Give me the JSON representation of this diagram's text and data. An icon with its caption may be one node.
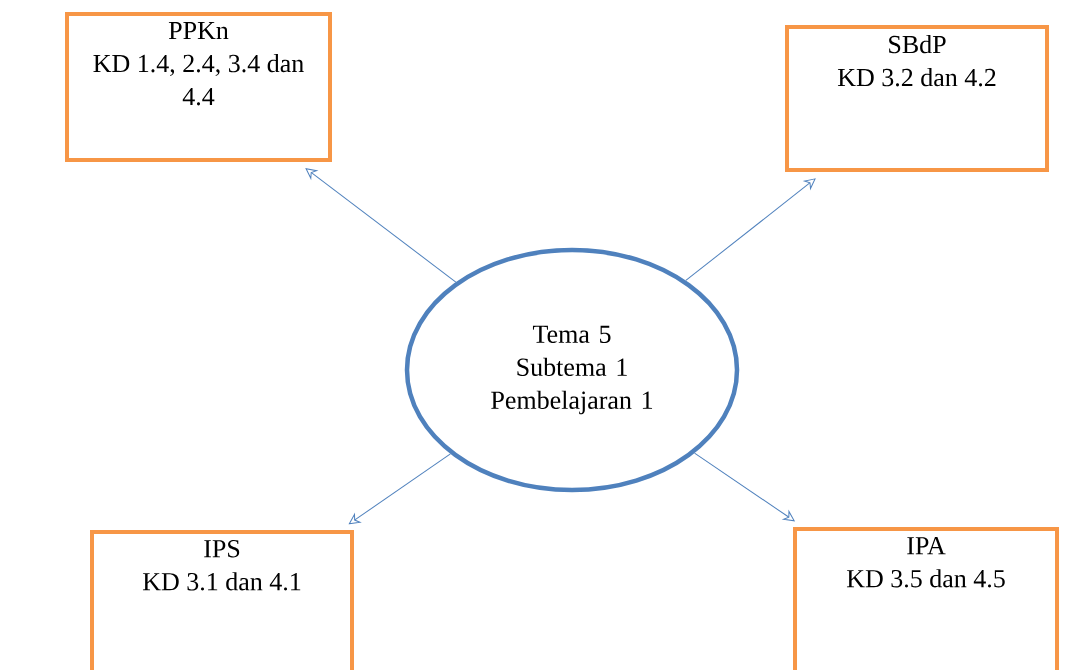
{
  "diagram": {
    "nodes": [
      {
        "text": [
          "PPKn",
          "KD 1.4, 2.4, 3.4 dan 4.4"
        ]
      },
      {
        "text": [
          "SBdP",
          "KD 3.2 dan 4.2"
        ]
      },
      {
        "text": [
          "Tema 5 Subtema 1 Pembelajaran 1"
        ]
      },
      {
        "text": [
          "IPS",
          "KD 3.1 dan 4.1"
        ]
      },
      {
        "text": [
          "IPA",
          "KD 3.5 dan 4.5"
        ]
      }
    ],
    "edges": [
      {
        "from": 2,
        "to": 0,
        "arrow": "to"
      },
      {
        "from": 2,
        "to": 1,
        "arrow": "to"
      },
      {
        "from": 2,
        "to": 3,
        "arrow": "to"
      },
      {
        "from": 2,
        "to": 4,
        "arrow": "to"
      }
    ]
  }
}
